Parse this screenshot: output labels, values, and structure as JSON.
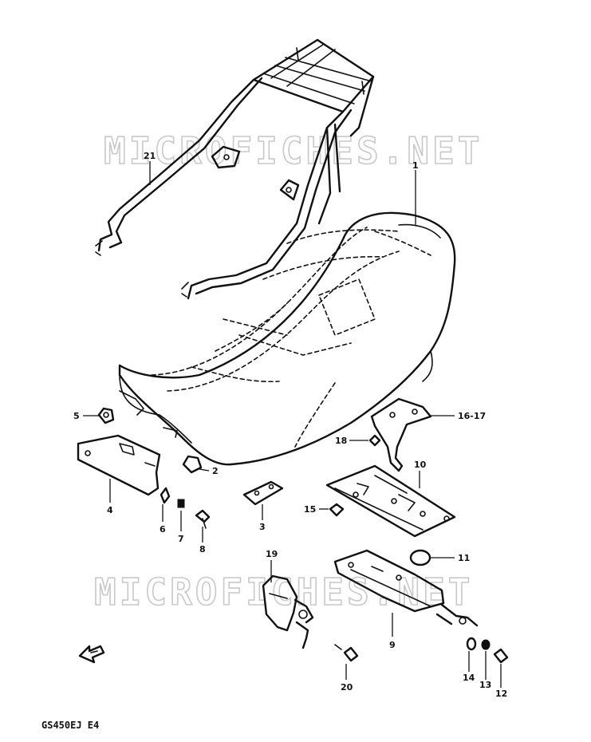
{
  "watermark": "MICROFICHES.NET",
  "model_code": "GS450EJ E4",
  "callouts": {
    "c1": "1",
    "c2": "2",
    "c3": "3",
    "c4": "4",
    "c5": "5",
    "c6": "6",
    "c7": "7",
    "c8": "8",
    "c9": "9",
    "c10": "10",
    "c11": "11",
    "c12": "12",
    "c13": "13",
    "c14": "14",
    "c15": "15",
    "c16_17": "16-17",
    "c18": "18",
    "c19": "19",
    "c20": "20",
    "c21": "21"
  },
  "icons": {
    "front_arrow": "front-direction-arrow-icon"
  },
  "colors": {
    "line": "#111111",
    "watermark": "#c9c9c9",
    "background": "#ffffff"
  }
}
